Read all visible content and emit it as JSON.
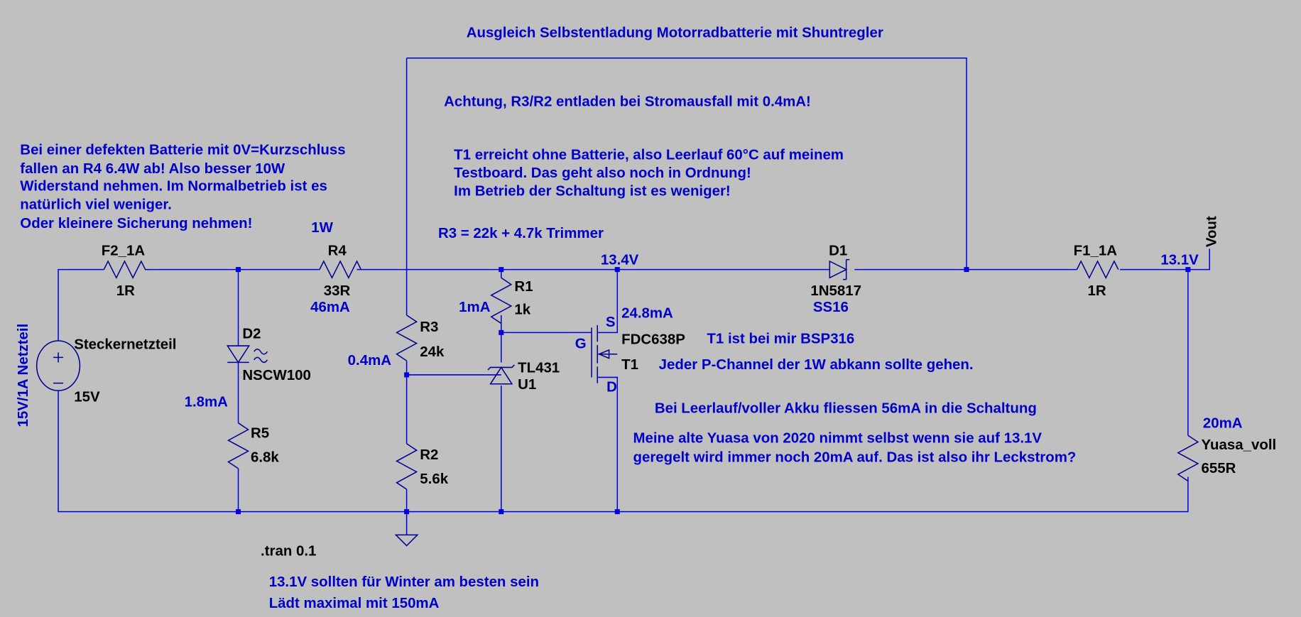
{
  "title": "Ausgleich Selbstentladung Motorradbatterie mit Shuntregler",
  "notes": {
    "achtung": "Achtung, R3/R2 entladen bei Stromausfall mit 0.4mA!",
    "t1_temp": [
      "T1 erreicht ohne Batterie, also Leerlauf 60°C auf meinem",
      "Testboard. Das geht also noch in Ordnung!",
      "Im Betrieb der Schaltung ist es weniger!"
    ],
    "defekt": [
      "Bei einer defekten Batterie mit 0V=Kurzschluss",
      "fallen an R4 6.4W ab! Also besser 10W",
      "Widerstand nehmen. Im Normalbetrieb ist es",
      "natürlich viel weniger.",
      "Oder kleinere Sicherung nehmen!"
    ],
    "power_r4": "1W",
    "r3_note": "R3 = 22k + 4.7k Trimmer",
    "t1_bsp": "T1 ist bei mir BSP316",
    "pchannel": "Jeder P-Channel der 1W abkann sollte gehen.",
    "leerlauf": "Bei Leerlauf/voller Akku fliessen 56mA in die Schaltung",
    "yuasa": [
      "Meine alte Yuasa von 2020 nimmt selbst wenn sie auf 13.1V",
      "geregelt wird immer noch 20mA auf. Das ist also ihr Leckstrom?"
    ],
    "tran": ".tran 0.1",
    "winter": "13.1V sollten für Winter am besten sein",
    "laedt": "Lädt maximal mit 150mA"
  },
  "components": {
    "source": {
      "label": "15V/1A Netzteil",
      "name": "Steckernetzteil",
      "value": "15V"
    },
    "f2": {
      "name": "F2_1A",
      "value": "1R"
    },
    "r4": {
      "name": "R4",
      "value": "33R",
      "current": "46mA"
    },
    "d2": {
      "name": "D2",
      "model": "NSCW100",
      "current": "1.8mA"
    },
    "r5": {
      "name": "R5",
      "value": "6.8k"
    },
    "r3": {
      "name": "R3",
      "value": "24k",
      "current": "0.4mA"
    },
    "r2": {
      "name": "R2",
      "value": "5.6k"
    },
    "r1": {
      "name": "R1",
      "value": "1k",
      "current": "1mA"
    },
    "u1": {
      "name": "U1",
      "model": "TL431"
    },
    "t1": {
      "name": "T1",
      "model": "FDC638P",
      "s": "S",
      "g": "G",
      "d": "D",
      "current": "24.8mA"
    },
    "d1": {
      "name": "D1",
      "model": "1N5817",
      "alt": "SS16"
    },
    "f1": {
      "name": "F1_1A",
      "value": "1R"
    },
    "load": {
      "name": "Yuasa_voll",
      "value": "655R",
      "current": "20mA"
    }
  },
  "nodes": {
    "v_reg": "13.4V",
    "v_out": "13.1V",
    "vout_label": "Vout"
  }
}
